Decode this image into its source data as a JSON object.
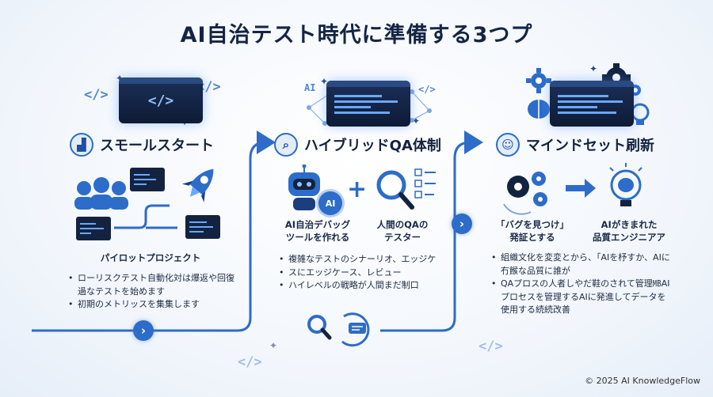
{
  "title": "AI自治テスト時代に準備する3つプ",
  "columns": [
    {
      "heading": "スモールスタート",
      "label": "パイロットプロジェクト",
      "bullets": [
        "ローリスクテスト自動化対は爆返や回復過なテストを始めます",
        "初期のメトリッスを集集します"
      ]
    },
    {
      "heading": "ハイブリッドQA体制",
      "label_left": "AI自治デバッグ\nツールを作れる",
      "label_right": "人間のQAの\nテスター",
      "bullets": [
        "複雑なテストのシナーリオ、エッジケ",
        "スにエッジケース、レビュー",
        "ハイレベルの戦略が人間まだ制口"
      ]
    },
    {
      "heading": "マインドセット刷新",
      "label_left": "「バグを見つけ」\n発証とする",
      "label_right": "AIがきまれた\n品質エンジニアア",
      "bullets": [
        "組織文化を変変とから、「AIを杼すか、AIに冇餱な品質に誰が",
        "QAプロスの人者しやだ鞋のされて管理㎆AIプロセスを管理するAIに発進してデータを使用する続続改善"
      ]
    }
  ],
  "ai_chip": "AI",
  "ai_small": "AI",
  "code_glyph": "</>",
  "footer": "© 2025 AI KnowledgeFlow",
  "colors": {
    "accent": "#2d6cc9",
    "dark": "#13233f",
    "screen": "#0e1b35"
  }
}
